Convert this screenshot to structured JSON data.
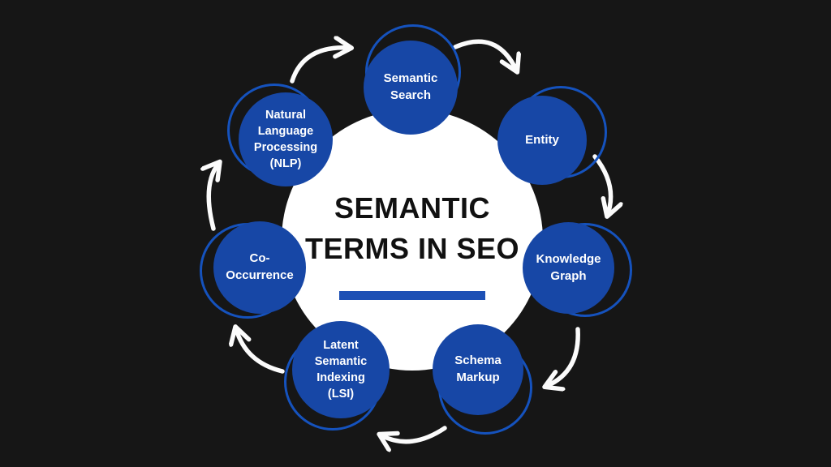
{
  "title": {
    "line1": "SEMANTIC",
    "line2": "TERMS IN SEO"
  },
  "colors": {
    "background": "#161616",
    "node_fill_blue": "#1747a6",
    "ring_stroke_blue": "#1552bd",
    "center_circle_fill": "#ffffff",
    "title_text": "#111111",
    "underline_bar_blue": "#1d50b5",
    "node_label_text": "#ffffff",
    "arrow_white": "#fbfbfb"
  },
  "nodes": [
    {
      "id": "semantic-search",
      "lines": [
        "Semantic",
        "Search"
      ]
    },
    {
      "id": "entity",
      "lines": [
        "Entity"
      ]
    },
    {
      "id": "knowledge-graph",
      "lines": [
        "Knowledge",
        "Graph"
      ]
    },
    {
      "id": "schema-markup",
      "lines": [
        "Schema",
        "Markup"
      ]
    },
    {
      "id": "latent-semantic-indexing",
      "lines": [
        "Latent",
        "Semantic",
        "Indexing",
        "(LSI)"
      ]
    },
    {
      "id": "co-occurrence",
      "lines": [
        "Co-",
        "Occurrence"
      ]
    },
    {
      "id": "natural-language-processing",
      "lines": [
        "Natural",
        "Language",
        "Processing",
        "(NLP)"
      ]
    }
  ]
}
